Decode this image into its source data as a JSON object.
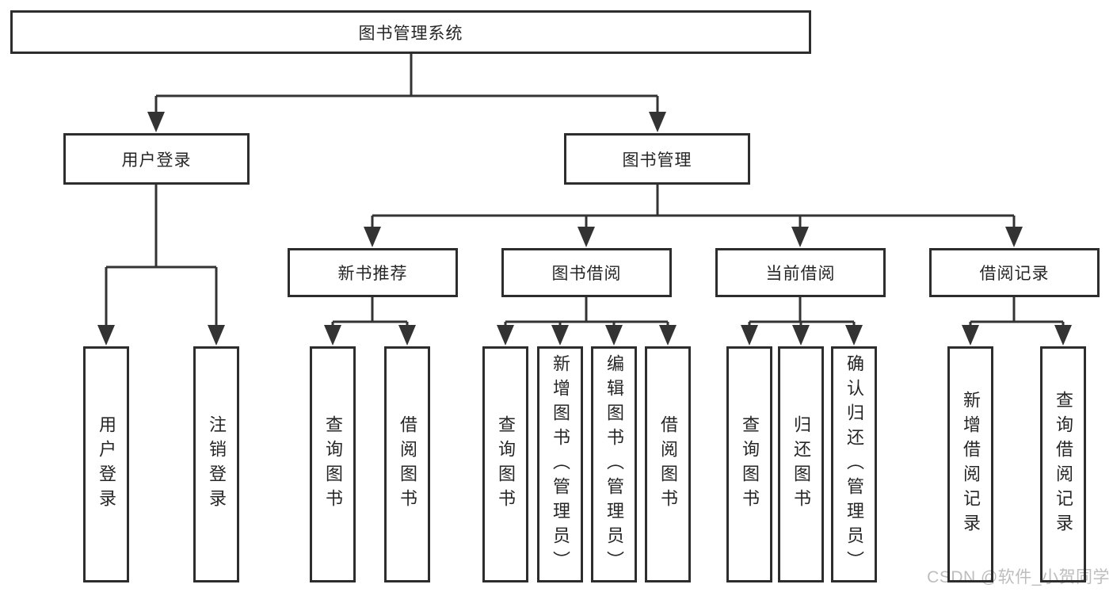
{
  "tree": {
    "label": "图书管理系统",
    "children": [
      {
        "label": "用户登录",
        "children": [
          {
            "label": "用户登录"
          },
          {
            "label": "注销登录"
          }
        ]
      },
      {
        "label": "图书管理",
        "children": [
          {
            "label": "新书推荐",
            "children": [
              {
                "label": "查询图书"
              },
              {
                "label": "借阅图书"
              }
            ]
          },
          {
            "label": "图书借阅",
            "children": [
              {
                "label": "查询图书"
              },
              {
                "label": "新增图书（管理员）"
              },
              {
                "label": "编辑图书（管理员）"
              },
              {
                "label": "借阅图书"
              }
            ]
          },
          {
            "label": "当前借阅",
            "children": [
              {
                "label": "查询图书"
              },
              {
                "label": "归还图书"
              },
              {
                "label": "确认归还（管理员）"
              }
            ]
          },
          {
            "label": "借阅记录",
            "children": [
              {
                "label": "新增借阅记录"
              },
              {
                "label": "查询借阅记录"
              }
            ]
          }
        ]
      }
    ]
  },
  "watermark": {
    "text": "CSDN @软件_小贺同学"
  },
  "colors": {
    "line": "#333333",
    "box_border": "#2d2d2d",
    "text": "#262626",
    "watermark": "#bdbdbd",
    "background": "#ffffff"
  }
}
